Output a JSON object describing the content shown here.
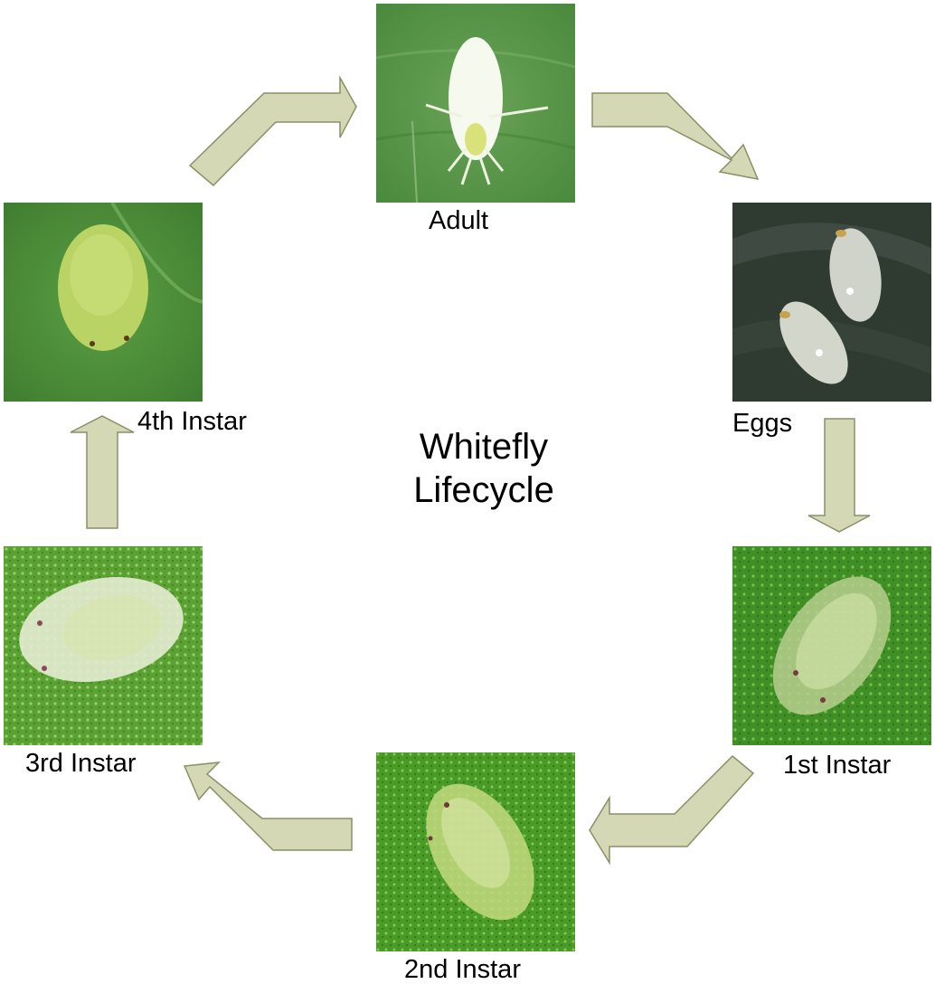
{
  "title": {
    "line1": "Whitefly",
    "line2": "Lifecycle"
  },
  "stages": {
    "adult": {
      "label": "Adult"
    },
    "eggs": {
      "label": "Eggs"
    },
    "first": {
      "label": "1st Instar"
    },
    "second": {
      "label": "2nd Instar"
    },
    "third": {
      "label": "3rd Instar"
    },
    "fourth": {
      "label": "4th Instar"
    }
  },
  "colors": {
    "arrow_fill": "#d4d8b4",
    "arrow_stroke": "#8a9066",
    "leaf_green": "#5f9a4a",
    "dark_leaf": "#2f3a30",
    "speckled_green": "#4f9a2e"
  }
}
